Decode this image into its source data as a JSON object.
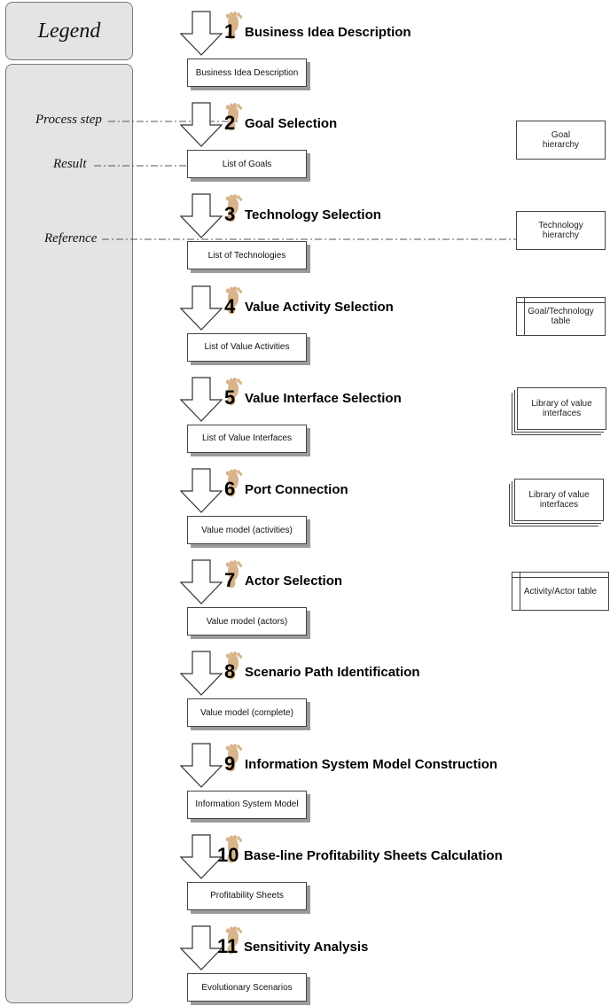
{
  "legend": {
    "title": "Legend",
    "process_step": "Process step",
    "result": "Result",
    "reference": "Reference"
  },
  "steps": [
    {
      "number": "1",
      "title": "Business Idea Description",
      "result": "Business Idea Description"
    },
    {
      "number": "2",
      "title": "Goal Selection",
      "result": "List of Goals"
    },
    {
      "number": "3",
      "title": "Technology Selection",
      "result": "List of Technologies"
    },
    {
      "number": "4",
      "title": "Value Activity Selection",
      "result": "List of Value Activities"
    },
    {
      "number": "5",
      "title": "Value Interface Selection",
      "result": "List of Value Interfaces"
    },
    {
      "number": "6",
      "title": "Port Connection",
      "result": "Value model (activities)"
    },
    {
      "number": "7",
      "title": "Actor Selection",
      "result": "Value model (actors)"
    },
    {
      "number": "8",
      "title": "Scenario Path Identification",
      "result": "Value model (complete)"
    },
    {
      "number": "9",
      "title": "Information System Model Construction",
      "result": "Information System Model"
    },
    {
      "number": "10",
      "title": "Base-line Profitability Sheets Calculation",
      "result": "Profitability Sheets"
    },
    {
      "number": "11",
      "title": "Sensitivity Analysis",
      "result": "Evolutionary Scenarios"
    }
  ],
  "references": [
    {
      "label": "Goal\nhierarchy",
      "kind": "box"
    },
    {
      "label": "Technology\nhierarchy",
      "kind": "box"
    },
    {
      "label": "Goal/Technology\ntable",
      "kind": "table"
    },
    {
      "label": "Library of value\ninterfaces",
      "kind": "stack"
    },
    {
      "label": "Library of value\ninterfaces",
      "kind": "stack"
    },
    {
      "label": "Activity/Actor table",
      "kind": "table"
    }
  ],
  "colors": {
    "panel": "#e4e4e4",
    "footprint": "#d8b48a",
    "result_shadow": "#9a9a9a"
  },
  "icons": {
    "step_arrow": "down-arrow-icon",
    "step_marker": "footprint-icon"
  }
}
